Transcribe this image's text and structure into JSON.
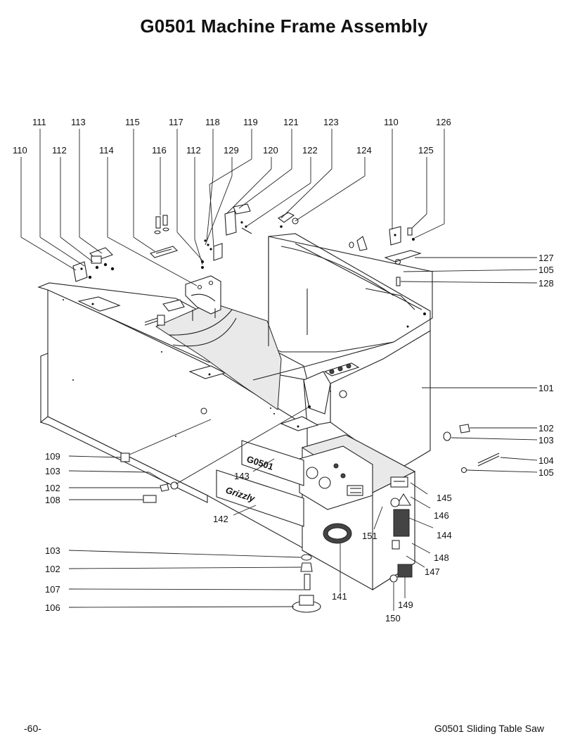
{
  "title": "G0501 Machine Frame Assembly",
  "footer": {
    "page_number": "-60-",
    "manual_name": "G0501 Sliding Table Saw"
  },
  "decals": {
    "model_plate": "G0501",
    "brand_badge": "Grizzly"
  },
  "callouts": [
    "111",
    "113",
    "115",
    "117",
    "118",
    "119",
    "121",
    "123",
    "110",
    "126",
    "110",
    "112",
    "114",
    "116",
    "112",
    "129",
    "120",
    "122",
    "124",
    "125",
    "127",
    "105",
    "128",
    "101",
    "102",
    "103",
    "104",
    "105",
    "109",
    "103",
    "102",
    "108",
    "143",
    "142",
    "145",
    "146",
    "144",
    "151",
    "148",
    "147",
    "103",
    "102",
    "107",
    "106",
    "141",
    "149",
    "150"
  ]
}
